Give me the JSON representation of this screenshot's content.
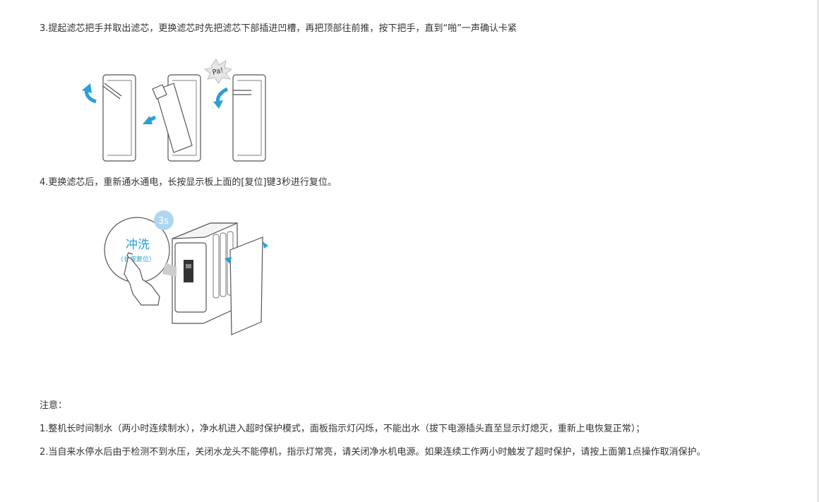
{
  "content": {
    "step3": "3.提起滤芯把手并取出滤芯，更换滤芯时先把滤芯下部插进凹槽，再把顶部往前推，按下把手，直到“啪”一声确认卡紧",
    "step4": "4.更换滤芯后，重新通水通电，长按显示板上面的[复位]键3秒进行复位。",
    "note_title": "注意：",
    "note1": "1.整机长时间制水（两小时连续制水），净水机进入超时保护模式，面板指示灯闪烁，不能出水（拔下电源插头直至显示灯熄灭，重新上电恢复正常）；",
    "note2": "2.当自来水停水后由于检测不到水压，关闭水龙头不能停机，指示灯常亮，请关闭净水机电源。如果连续工作两小时触发了超时保护，请按上面第1点操作取消保护。"
  },
  "illustration_filter": {
    "sound_label": "Pa!"
  },
  "illustration_reset": {
    "timer_label": "3s",
    "button_label": "冲洗",
    "button_sub": "（长按复位）"
  },
  "colors": {
    "accent": "#2a9fd8",
    "line": "#555555",
    "text": "#333333"
  }
}
